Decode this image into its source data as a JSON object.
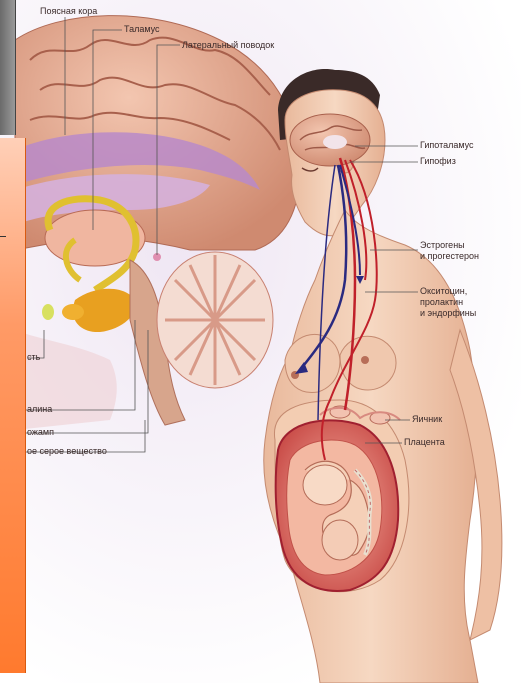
{
  "labels": {
    "cingulate_cortex": "Поясная кора",
    "thalamus": "Таламус",
    "lateral_habenula": "Латеральный поводок",
    "hypothalamus": "Гипоталамус",
    "pituitary": "Гипофиз",
    "estrogens": "Эстрогены",
    "progesterone": "и прогестерон",
    "oxytocin": "Окситоцин,",
    "prolactin": "пролактин",
    "endorphins": "и эндорфины",
    "ovary": "Яичник",
    "placenta": "Плацента",
    "left_partial_1": "сть",
    "left_partial_2": "алина",
    "left_partial_3": "ожамп",
    "gray_matter": "ое серое вещество"
  },
  "colors": {
    "skin": "#f4d2b8",
    "brain": "#e8a98e",
    "brain_purple": "#b98ac9",
    "artery": "#c0202a",
    "nerve": "#2a2a80",
    "orange_panel": "#ff7a2e",
    "lavender_bg": "#e6dcee"
  }
}
